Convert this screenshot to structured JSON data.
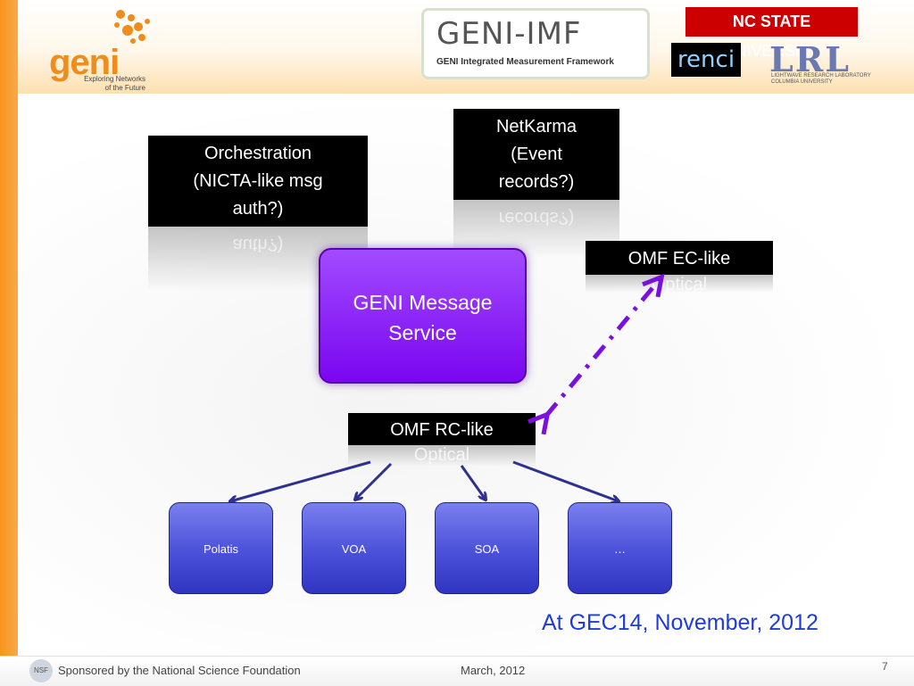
{
  "header": {
    "geni_logo": {
      "word": "geni",
      "tagline": "Exploring Networks of the Future"
    },
    "imf_logo": {
      "title": "GENI-IMF",
      "subtitle": "GENI Integrated Measurement Framework"
    },
    "ncsu_logo": {
      "bold": "NC STATE",
      "thin": " UNIVERSITY"
    },
    "renci_logo": {
      "text": "renci"
    },
    "lrl_logo": {
      "mark": "LRL",
      "sub": "LIGHTWAVE RESEARCH LABORATORY COLUMBIA UNIVERSITY"
    }
  },
  "diagram": {
    "orchestration": {
      "line1": "Orchestration",
      "line2": "(NICTA-like msg",
      "line3": "auth?)"
    },
    "netkarma": {
      "line1": "NetKarma",
      "line2": "(Event",
      "line3": "records?)"
    },
    "omf_ec": {
      "label": "OMF EC-like",
      "reflection": "Optical"
    },
    "message_service": {
      "line1": "GENI Message",
      "line2": "Service"
    },
    "omf_rc": {
      "label": "OMF RC-like",
      "reflection": "Optical"
    },
    "devices": [
      "Polatis",
      "VOA",
      "SOA",
      "…"
    ],
    "colors": {
      "purple": "#8b1cf7",
      "device_blue": "#4a50d8",
      "arrow": "#2e3190",
      "dashed": "#7a0fe0"
    }
  },
  "annotation": {
    "text": "At GEC14, November, 2012",
    "color": "#1f3cd8"
  },
  "footer": {
    "sponsor": "Sponsored by the National Science Foundation",
    "date": "March, 2012",
    "page": "7"
  }
}
